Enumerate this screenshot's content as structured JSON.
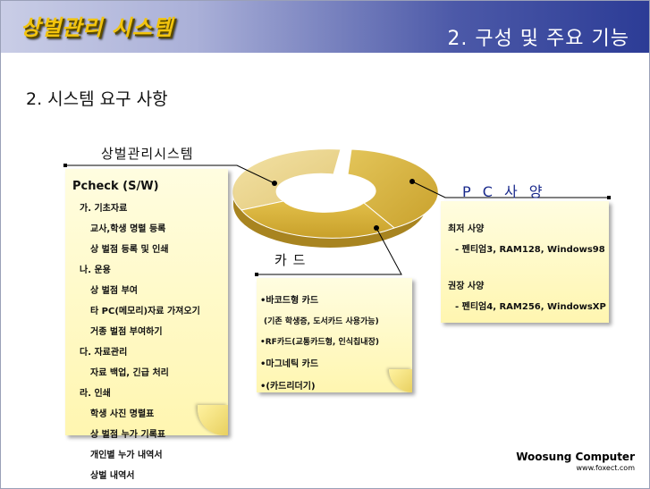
{
  "header": {
    "title": "상벌관리 시스템",
    "subtitle": "2. 구성 및 주요 기능"
  },
  "section_heading": "2. 시스템 요구 사항",
  "labels": {
    "system": "상벌관리시스템",
    "card": "카    드",
    "pc_spec": "P C 사 양"
  },
  "pcheck": {
    "title": "Pcheck (S/W)",
    "groups": [
      {
        "heading": "가. 기초자료",
        "items": [
          "교사,학생 명렬 등록",
          "상 벌점 등록 및 인쇄"
        ]
      },
      {
        "heading": "나. 운용",
        "items": [
          "상 벌점 부여",
          "타 PC(메모리)자료 가져오기",
          "거종 벌점 부여하기"
        ]
      },
      {
        "heading": "다. 자료관리",
        "items": [
          "자료 백업, 긴급 처리"
        ]
      },
      {
        "heading": "라. 인쇄",
        "items": [
          "학생 사진 명렬표",
          "상 벌점 누가 기록표",
          "개인별 누가 내역서",
          "상벌 내역서"
        ]
      }
    ]
  },
  "card": {
    "items": [
      "•바코드형 카드",
      "(기존 학생증, 도서카드 사용가능)",
      "•RF카드(교통카드형, 인식칩내장)",
      "•마그네틱 카드",
      "•(카드리더기)"
    ]
  },
  "pc": {
    "min_label": "최저 사양",
    "min_value": "- 펜티엄3, RAM128, Windows98",
    "rec_label": "권장 사양",
    "rec_value": "- 펜티엄4, RAM256, WindowsXP"
  },
  "footer": {
    "company": "Woosung Computer",
    "url": "www.foxect.com"
  },
  "colors": {
    "title_yellow": "#f2c40d",
    "header_blue": "#2c3c96",
    "note_yellow": "#fff6b0",
    "donut_gold": "#d9b441"
  }
}
